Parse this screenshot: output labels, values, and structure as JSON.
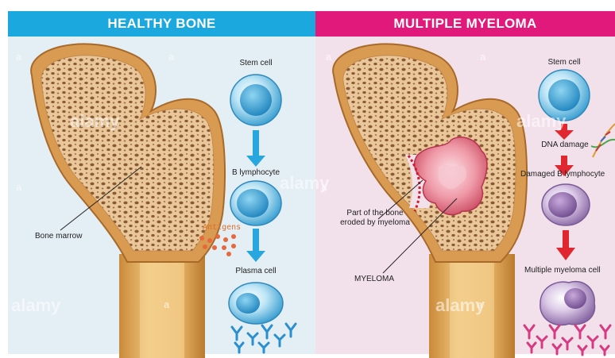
{
  "left_panel": {
    "title": "HEALTHY BONE",
    "header_color": "#1aa8df",
    "bg_color": "#e3eef5",
    "labels": {
      "stem_cell": "Stem cell",
      "b_lymphocyte": "B lymphocyte",
      "antigens": "Antigens",
      "plasma_cell": "Plasma cell",
      "bone_marrow": "Bone marrow"
    }
  },
  "right_panel": {
    "title": "MULTIPLE MYELOMA",
    "header_color": "#e0197a",
    "bg_color": "#f2e1ea",
    "labels": {
      "stem_cell": "Stem cell",
      "dna_damage": "DNA damage",
      "damaged_b": "Damaged B lymphocyte",
      "myeloma_cell": "Multiple myeloma cell",
      "eroded": "Part of the bone\neroded by myeloma",
      "myeloma": "MYELOMA"
    }
  },
  "watermark": {
    "text": "alamy",
    "letter": "a"
  },
  "icons": {
    "arrow_healthy": "blue-down-arrow",
    "arrow_myeloma": "red-down-arrow"
  }
}
